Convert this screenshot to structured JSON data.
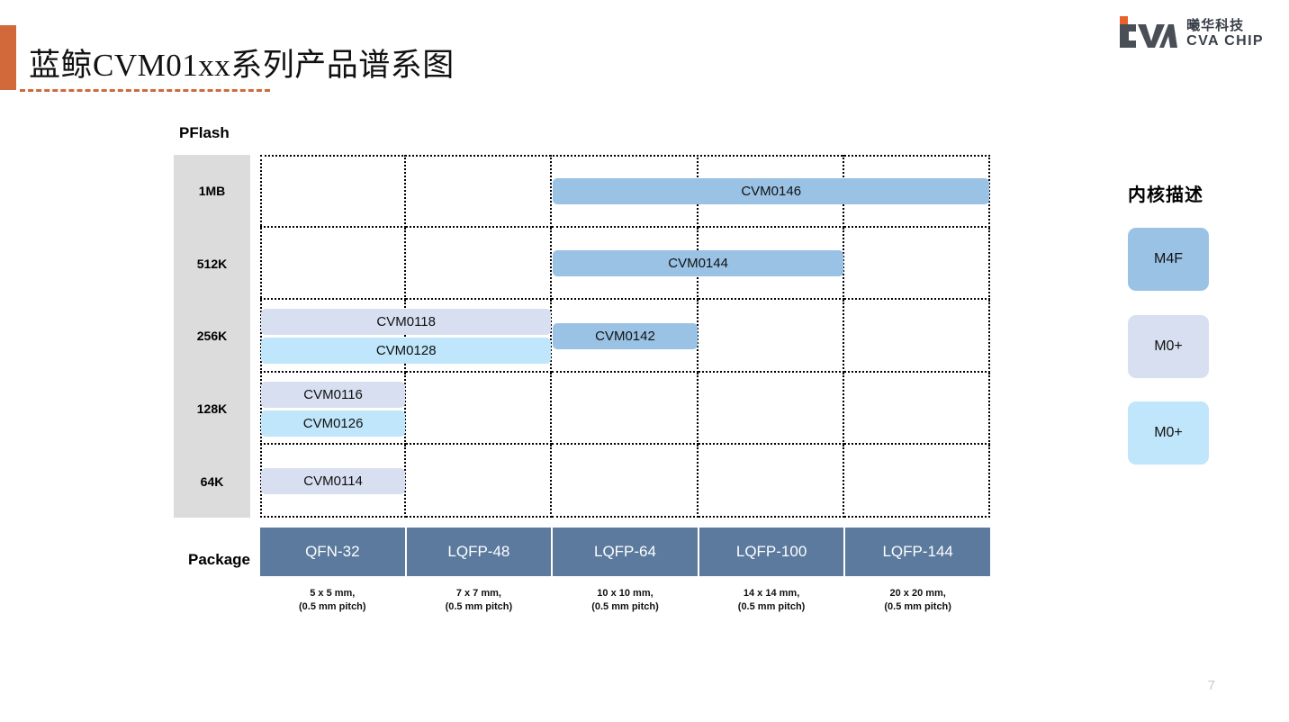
{
  "header": {
    "title": "蓝鲸CVM01xx系列产品谱系图",
    "accent_color": "#D2693A",
    "logo": {
      "cn": "曦华科技",
      "en": "CVA CHIP",
      "mark_color": "#4A4F57",
      "mark_accent_color": "#E8622A"
    }
  },
  "page_number": "7",
  "chart_data": {
    "type": "table",
    "title": "蓝鲸CVM01xx系列产品谱系图",
    "ylabel": "PFlash",
    "xlabel": "Package",
    "y_categories": [
      "1MB",
      "512K",
      "256K",
      "128K",
      "64K"
    ],
    "x_categories": [
      "QFN-32",
      "LQFP-48",
      "LQFP-64",
      "LQFP-100",
      "LQFP-144"
    ],
    "x_sublabels": [
      "5 x 5 mm,\n(0.5 mm pitch)",
      "7 x 7 mm,\n(0.5 mm pitch)",
      "10 x 10 mm,\n(0.5 mm pitch)",
      "14 x 14 mm,\n(0.5 mm pitch)",
      "20 x 20 mm,\n(0.5 mm pitch)"
    ],
    "grid": "dotted",
    "products": [
      {
        "name": "CVM0146",
        "core": "M4F",
        "flash": "1MB",
        "row": 0,
        "col_start": 2,
        "col_span": 3,
        "packages": [
          "LQFP-64",
          "LQFP-100",
          "LQFP-144"
        ],
        "color": "#9AC2E5",
        "sub_row": 0
      },
      {
        "name": "CVM0144",
        "core": "M4F",
        "flash": "512K",
        "row": 1,
        "col_start": 2,
        "col_span": 2,
        "packages": [
          "LQFP-64",
          "LQFP-100"
        ],
        "color": "#9AC2E5",
        "sub_row": 0
      },
      {
        "name": "CVM0118",
        "core": "M0+",
        "flash": "256K",
        "row": 2,
        "col_start": 0,
        "col_span": 2,
        "packages": [
          "QFN-32",
          "LQFP-48"
        ],
        "color": "#D8DFF0",
        "sub_row": 0
      },
      {
        "name": "CVM0128",
        "core": "M0+",
        "flash": "256K",
        "row": 2,
        "col_start": 0,
        "col_span": 2,
        "packages": [
          "QFN-32",
          "LQFP-48"
        ],
        "color": "#BFE6FA",
        "sub_row": 1
      },
      {
        "name": "CVM0142",
        "core": "M4F",
        "flash": "256K",
        "row": 2,
        "col_start": 2,
        "col_span": 1,
        "packages": [
          "LQFP-64"
        ],
        "color": "#9AC2E5",
        "sub_row": 0
      },
      {
        "name": "CVM0116",
        "core": "M0+",
        "flash": "128K",
        "row": 3,
        "col_start": 0,
        "col_span": 1,
        "packages": [
          "QFN-32"
        ],
        "color": "#D8DFF0",
        "sub_row": 0
      },
      {
        "name": "CVM0126",
        "core": "M0+",
        "flash": "128K",
        "row": 3,
        "col_start": 0,
        "col_span": 1,
        "packages": [
          "QFN-32"
        ],
        "color": "#BFE6FA",
        "sub_row": 1
      },
      {
        "name": "CVM0114",
        "core": "M0+",
        "flash": "64K",
        "row": 4,
        "col_start": 0,
        "col_span": 1,
        "packages": [
          "QFN-32"
        ],
        "color": "#D8DFF0",
        "sub_row": 0
      }
    ]
  },
  "legend": {
    "title": "内核描述",
    "items": [
      {
        "label": "M4F",
        "color": "#9AC2E5"
      },
      {
        "label": "M0+",
        "color": "#D8DFF0"
      },
      {
        "label": "M0+",
        "color": "#BFE6FA"
      }
    ]
  },
  "colors": {
    "axis_band": "#DCDCDC",
    "package_header": "#5B7A9E",
    "grid_line": "#000000"
  }
}
